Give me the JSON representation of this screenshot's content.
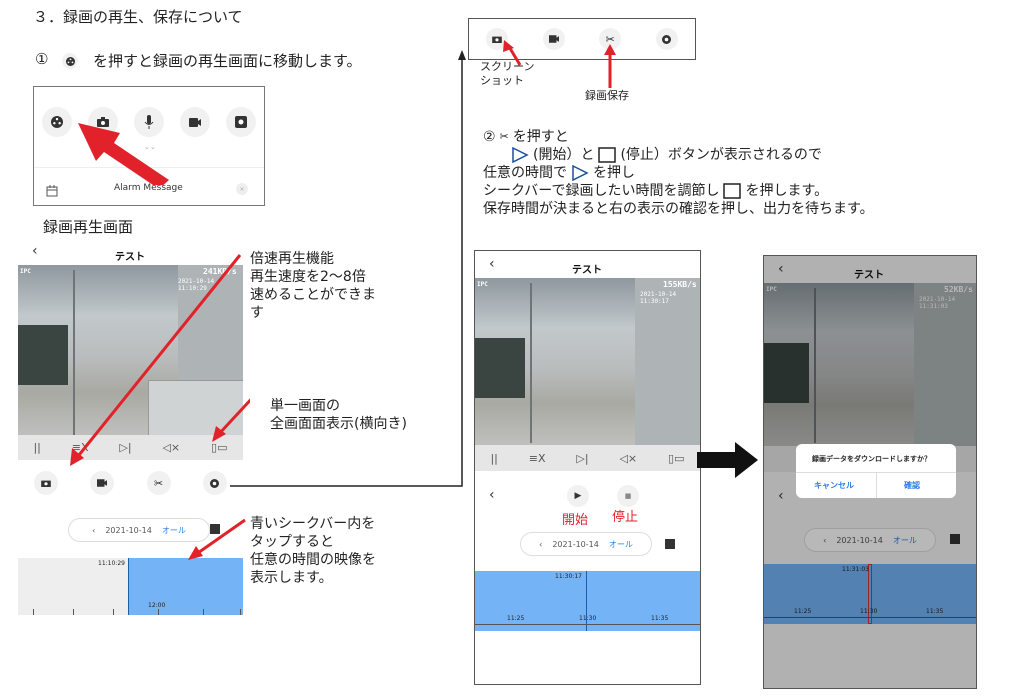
{
  "colors": {
    "accent_blue": "#74b3f5",
    "arrow_red": "#e2222a",
    "link_blue": "#2b7de9"
  },
  "heading": "３．録画の再生、保存について",
  "step1": {
    "prefix": "①",
    "suffix": "を押すと録画の再生画面に移動します。"
  },
  "panel_top": {
    "footer_label": "Alarm Message"
  },
  "playback_label": "録画再生画面",
  "phone1": {
    "title": "テスト",
    "speed": "241KB/s",
    "ipc": "IPC",
    "timestamp": "2021-10-14 11:10:29",
    "date": "2021-10-14",
    "all": "オール",
    "time": "11:10:29",
    "tick_label": "12:00",
    "ctrl_pause": "||",
    "ctrl_speed": "≡X",
    "ctrl_play": "▷|",
    "ctrl_mute": "◁×",
    "ctrl_rotate": "▯▭"
  },
  "notes": {
    "speed": [
      "倍速再生機能",
      "再生速度を2〜8倍",
      "速めることができま",
      "す"
    ],
    "full": [
      "単一画面の",
      "全画面面表示(横向き)"
    ],
    "seek": [
      "青いシークバー内を",
      "タップすると",
      "任意の時間の映像を",
      "表示します。"
    ]
  },
  "top_bar": {
    "screenshot_label": [
      "スクリーン",
      "ショット"
    ],
    "save_label": "録画保存"
  },
  "step2": {
    "line1_prefix": "②",
    "line1_suffix": "を押すと",
    "line2_a": "(開始）と",
    "line2_b": "(停止）ボタンが表示されるので",
    "line3_a": "任意の時間で",
    "line3_b": "を押し",
    "line4_a": "シークバーで録画したい時間を調節し",
    "line4_b": "を押します。",
    "line5": "保存時間が決まると右の表示の確認を押し、出力を待ちます。"
  },
  "phone2": {
    "title": "テスト",
    "speed": "155KB/s",
    "ipc": "IPC",
    "timestamp": "2021-10-14 11:30:17",
    "start_label": "開始",
    "stop_label": "停止",
    "date": "2021-10-14",
    "all": "オール",
    "time": "11:30:17",
    "ticks": [
      "11:25",
      "11:30",
      "11:35"
    ]
  },
  "phone3": {
    "title": "テスト",
    "speed": "52KB/s",
    "ipc": "IPC",
    "timestamp": "2021-10-14 11:31:03",
    "dialog_msg": "録画データをダウンロードしますか？",
    "cancel": "キャンセル",
    "confirm": "確認",
    "date": "2021-10-14",
    "all": "オール",
    "time": "11:31:03",
    "ticks": [
      "11:25",
      "11:30",
      "11:35"
    ]
  }
}
